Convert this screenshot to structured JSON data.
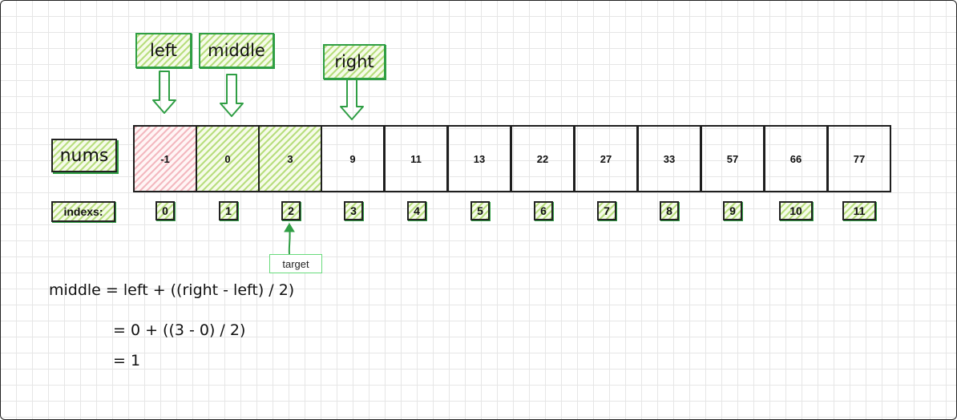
{
  "labels": {
    "left": "left",
    "middle": "middle",
    "right": "right",
    "nums": "nums",
    "indexs": "indexs:",
    "target": "target"
  },
  "nums": [
    "-1",
    "0",
    "3",
    "9",
    "11",
    "13",
    "22",
    "27",
    "33",
    "57",
    "66",
    "77"
  ],
  "indexes": [
    "0",
    "1",
    "2",
    "3",
    "4",
    "5",
    "6",
    "7",
    "8",
    "9",
    "10",
    "11"
  ],
  "formula": {
    "line1": "middle = left + ((right - left) / 2)",
    "line2": "= 0 + ((3 - 0) / 2)",
    "line3": "= 1"
  },
  "colors": {
    "accent_green": "#2f9e44",
    "hatch_green": "#b8de7e",
    "hatch_red": "#f3b9c0"
  }
}
